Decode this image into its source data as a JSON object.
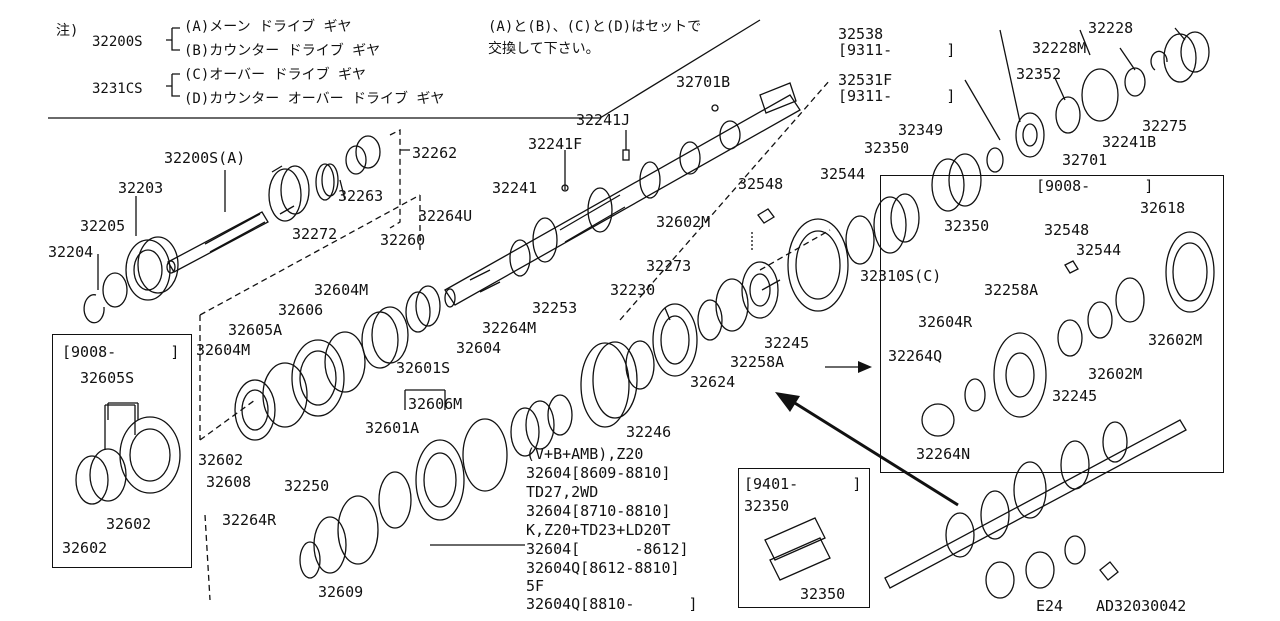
{
  "notes": {
    "note_mark": "注)",
    "group1_code": "32200S",
    "group1_a": "(A)メーン ドライブ ギヤ",
    "group1_b": "(B)カウンター ドライブ ギヤ",
    "group2_code": "3231CS",
    "group2_c": "(C)オーバー ドライブ ギヤ",
    "group2_d": "(D)カウンター オーバー ドライブ ギヤ",
    "set_note_1": "(A)と(B)、(C)と(D)はセットで",
    "set_note_2": "交換して下さい。"
  },
  "parts": {
    "p32200SA": "32200S(A)",
    "p32203": "32203",
    "p32205": "32205",
    "p32204": "32204",
    "p32262": "32262",
    "p32263": "32263",
    "p32272": "32272",
    "p32264U": "32264U",
    "p32260": "32260",
    "p32604M_a": "32604M",
    "p32606": "32606",
    "p32605A": "32605A",
    "p32604M_b": "32604M",
    "p32602": "32602",
    "p32608": "32608",
    "p32601S": "32601S",
    "p32606M": "32606M",
    "p32601A": "32601A",
    "p32604": "32604",
    "p32264M": "32264M",
    "p32253": "32253",
    "p32230": "32230",
    "p32273": "32273",
    "p32246": "32246",
    "p32624": "32624",
    "p32258A": "32258A",
    "p32245": "32245",
    "p32602M": "32602M",
    "p32548": "32548",
    "p32544": "32544",
    "p32310SC": "32310S(C)",
    "p32350a": "32350",
    "p32350b": "32350",
    "p32349": "32349",
    "p32241": "32241",
    "p32241F": "32241F",
    "p32241J": "32241J",
    "p32701B": "32701B",
    "p32538": "32538",
    "p32538_date": "[9311-      ]",
    "p32531F": "32531F",
    "p32531F_date": "[9311-      ]",
    "p32228": "32228",
    "p32228M": "32228M",
    "p32352": "32352",
    "p32275": "32275",
    "p32241B": "32241B",
    "p32701": "32701",
    "p32250": "32250",
    "p32264R": "32264R",
    "p32609": "32609"
  },
  "box_left": {
    "date": "[9008-      ]",
    "p32605S": "32605S",
    "p32602a": "32602",
    "p32602b": "32602"
  },
  "box_right": {
    "date": "[9008-      ]",
    "p32618": "32618",
    "p32548": "32548",
    "p32544": "32544",
    "p32258A": "32258A",
    "p32604R": "32604R",
    "p32602M_a": "32602M",
    "p32264Q": "32264Q",
    "p32602M_b": "32602M",
    "p32245": "32245",
    "p32264N": "32264N"
  },
  "box_bottom": {
    "date": "[9401-      ]",
    "p32350a": "32350",
    "p32350b": "32350"
  },
  "variants": [
    "(V+B+AMB),Z20",
    "32604[8609-8810]",
    "TD27,2WD",
    "32604[8710-8810]",
    "K,Z20+TD23+LD20T",
    "32604[      -8612]",
    "32604Q[8612-8810]",
    "5F",
    "32604Q[8810-      ]"
  ],
  "footer": {
    "code": "E24",
    "ref": "AD32030042"
  }
}
